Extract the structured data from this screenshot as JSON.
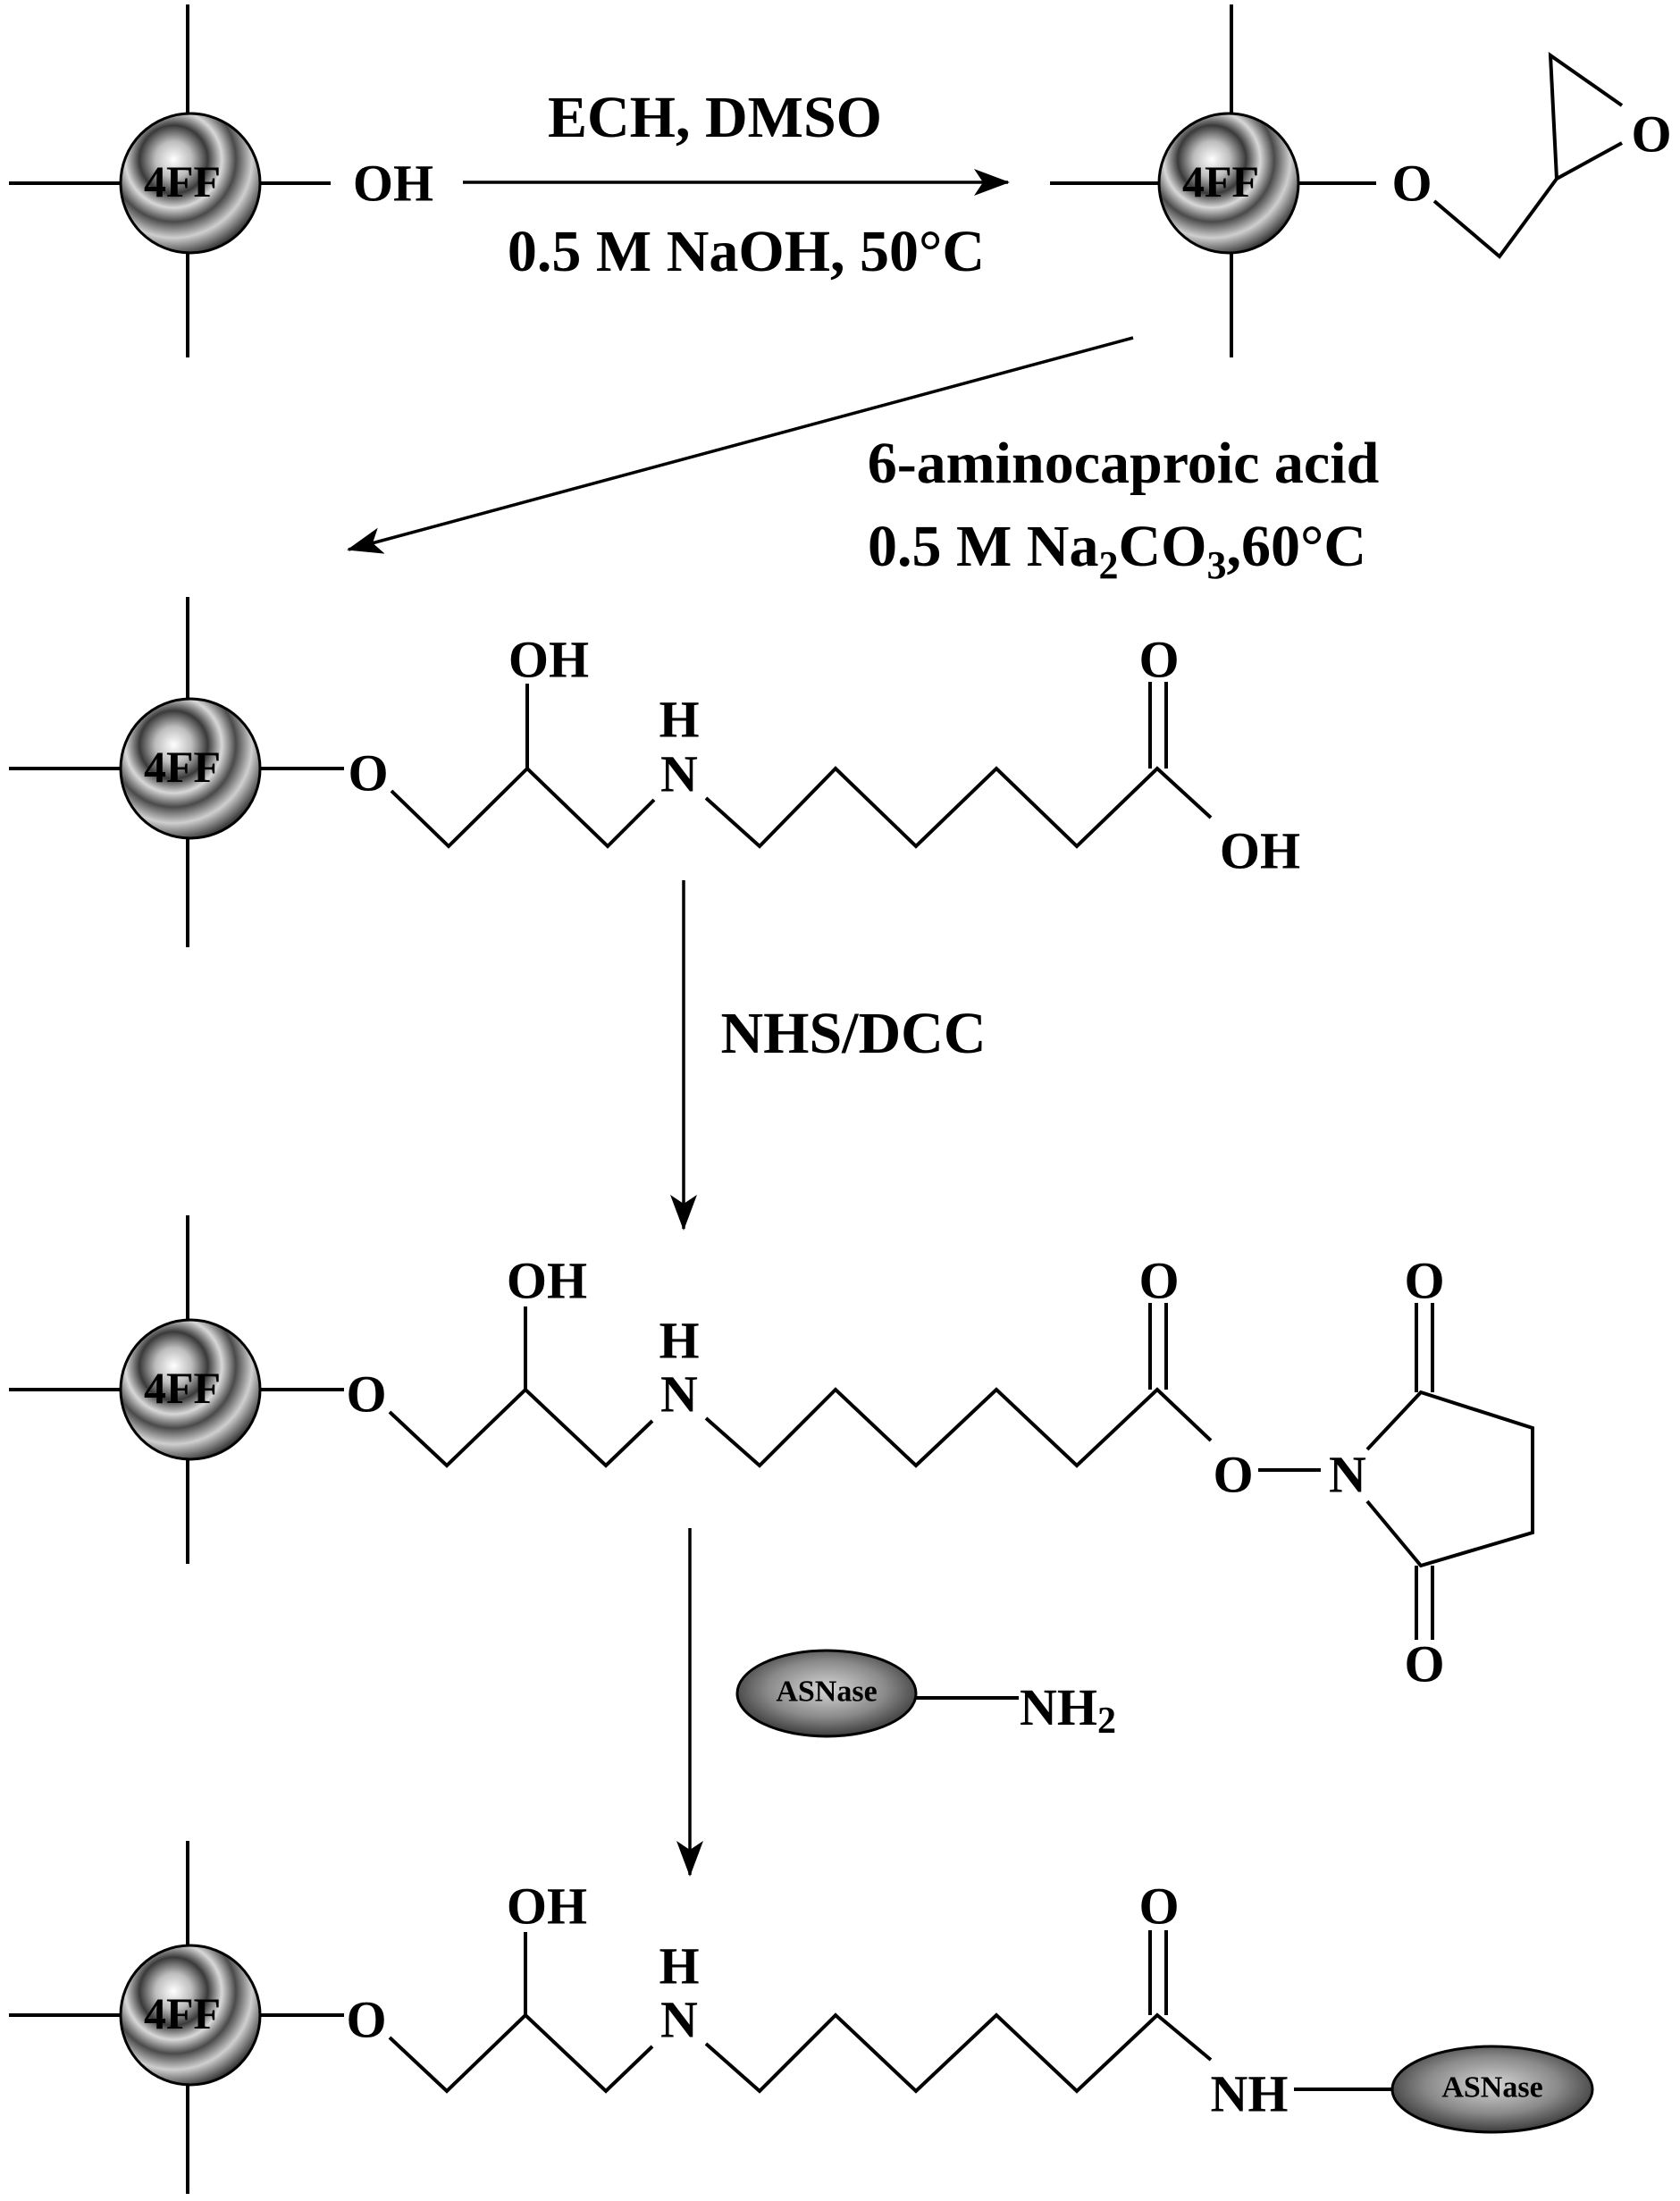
{
  "bead_label": "4FF",
  "enzyme_label": "ASNase",
  "atoms": {
    "hydroxyl": "OH",
    "oxygen": "O",
    "nitrogen": "N",
    "hydrogen": "H",
    "amide_nh": "NH",
    "amine_nh": "NH",
    "amine_subscript": "2"
  },
  "conditions": {
    "step1_top": "ECH, DMSO",
    "step1_bottom": "0.5 M NaOH, 50°C",
    "step2_top": "6-aminocaproic acid",
    "step2_bottom_prefix": "0.5 M Na",
    "step2_bottom_sub1": "2",
    "step2_bottom_mid": "CO",
    "step2_bottom_sub2": "3",
    "step2_bottom_suffix": ",60°C",
    "step3": "NHS/DCC"
  },
  "colors": {
    "ink": "#000000",
    "bead_dark": "#2a2a2a",
    "bead_light": "#f2f2f2",
    "enzyme_fill": "#6a6a6a"
  }
}
